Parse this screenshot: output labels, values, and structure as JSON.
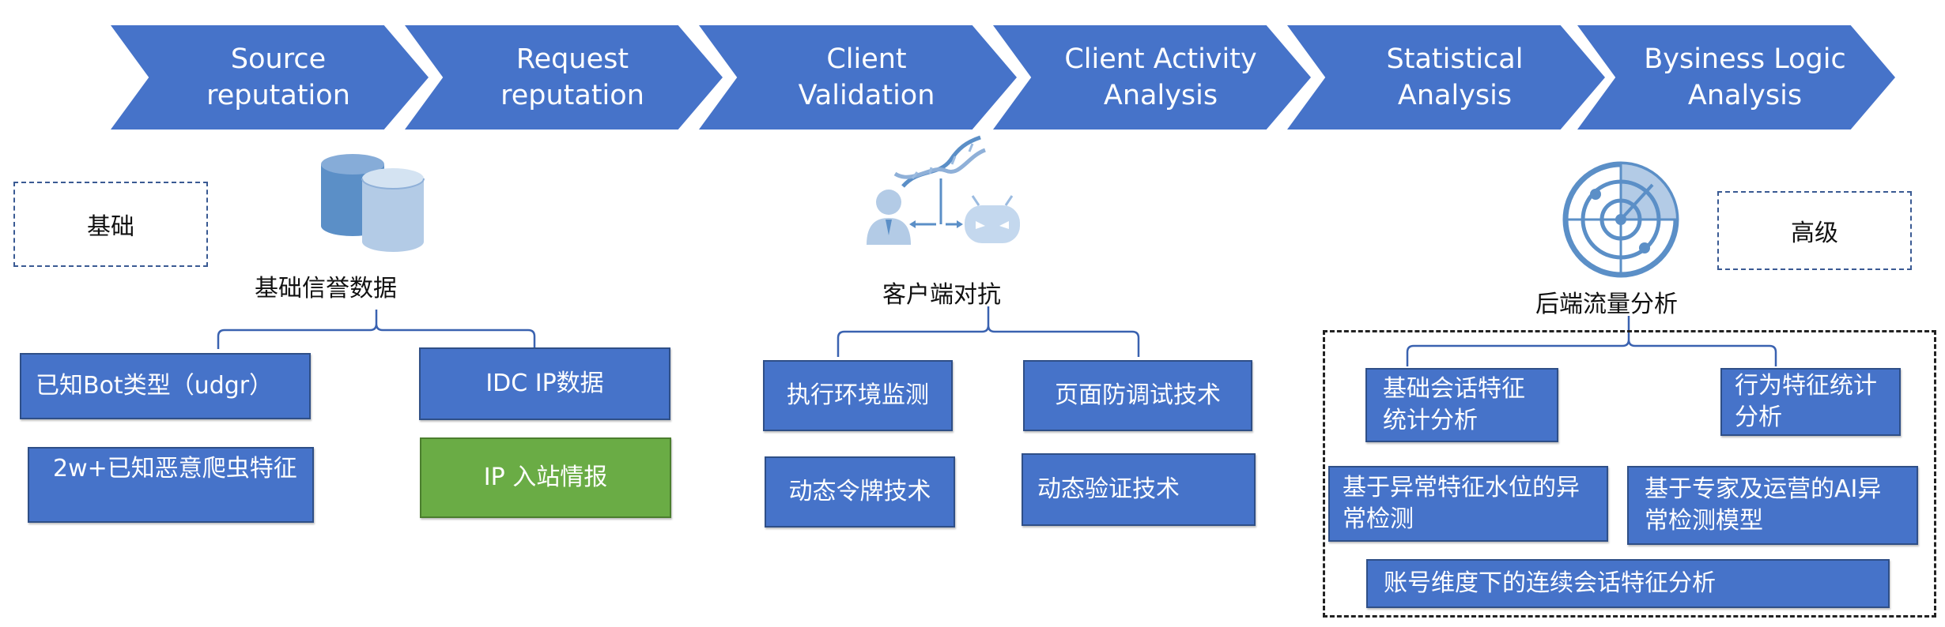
{
  "stages": [
    {
      "label": "Source\nreputation"
    },
    {
      "label": "Request\nreputation"
    },
    {
      "label": "Client\nValidation"
    },
    {
      "label": "Client Activity\nAnalysis"
    },
    {
      "label": "Statistical\nAnalysis"
    },
    {
      "label": "Bysiness Logic\nAnalysis"
    }
  ],
  "levels": {
    "basic": "基础",
    "advanced": "高级"
  },
  "groups": {
    "reputation": {
      "title": "基础信誉数据",
      "icon": "database-icon",
      "items": [
        "已知Bot类型（udgr）",
        "2w+已知恶意爬虫特征",
        "IDC IP数据",
        "IP 入站情报"
      ]
    },
    "client": {
      "title": "客户端对抗",
      "icon": "bot-dna-icon",
      "items": [
        "执行环境监测",
        "页面防调试技术",
        "动态令牌技术",
        "动态验证技术"
      ]
    },
    "backend": {
      "title": "后端流量分析",
      "icon": "radar-icon",
      "items": [
        "基础会话特征统计分析",
        "行为特征统计分析",
        "基于异常特征水位的异常检测",
        "基于专家及运营的AI异常检测模型",
        "账号维度下的连续会话特征分析"
      ]
    }
  },
  "colors": {
    "stage_blue": "#4673c9",
    "intel_green": "#6aac45",
    "icon_blue": "#5b8fc7"
  }
}
